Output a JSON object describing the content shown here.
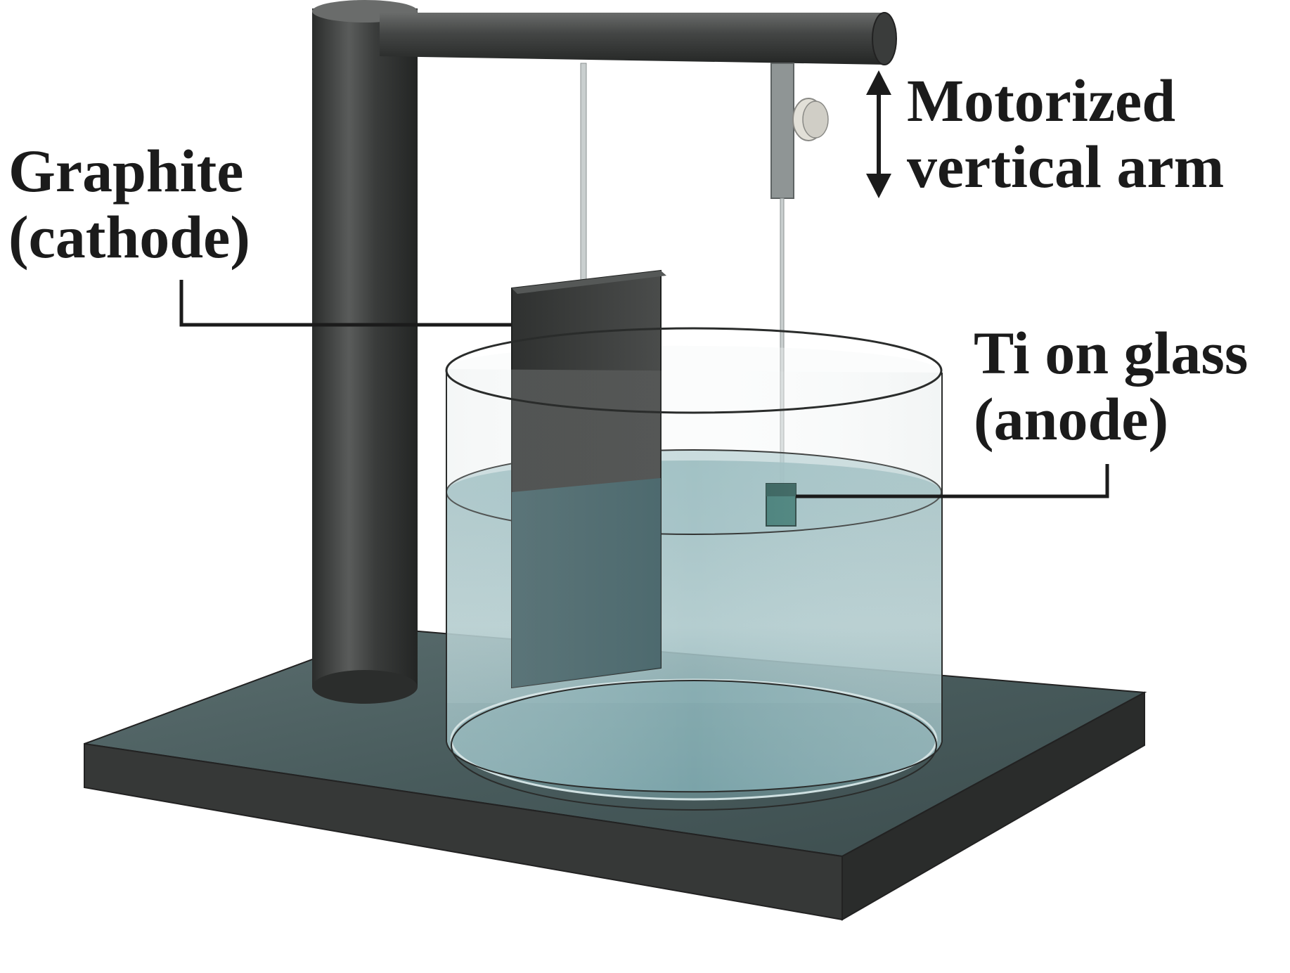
{
  "labels": {
    "cathode_line1": "Graphite",
    "cathode_line2": "(cathode)",
    "anode_line1": "Ti on glass",
    "anode_line2": "(anode)",
    "arm_line1": "Motorized",
    "arm_line2": "vertical arm"
  },
  "colors": {
    "stand": "#3a3c3b",
    "base_top": "#4b5f60",
    "liquid": "#6e9aa0",
    "leader_line": "#1b1b1b"
  },
  "icons": {
    "arm_arrow": "double-headed-vertical-arrow"
  }
}
